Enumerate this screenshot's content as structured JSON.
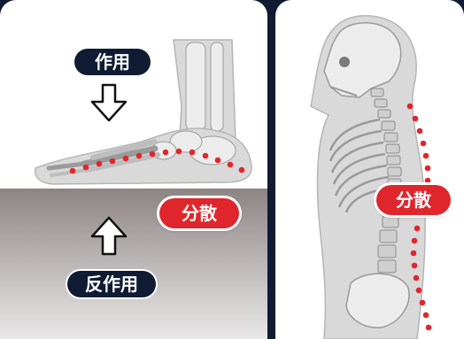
{
  "foot_panel": {
    "action_label": "作用",
    "reaction_label": "反作用",
    "disperse_label": "分散"
  },
  "spine_panel": {
    "disperse_label": "分散"
  },
  "colors": {
    "background": "#0f1b33",
    "dark_pill": "#101c33",
    "accent_red": "#e0262d",
    "bone_fill": "#e2e2e2",
    "bone_stroke": "#9a9a9a"
  }
}
